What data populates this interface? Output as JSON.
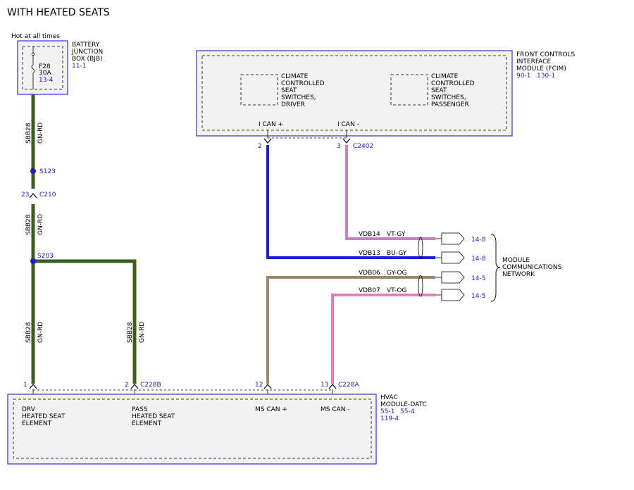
{
  "title": "WITH HEATED SEATS",
  "power_label": "Hot at all times",
  "bjb": {
    "name_lines": [
      "BATTERY",
      "JUNCTION",
      "BOX (BJB)"
    ],
    "ref": "11-1",
    "fuse_id": "F28",
    "fuse_rating": "30A",
    "fuse_ref": "13-4"
  },
  "fcim": {
    "name_lines": [
      "FRONT CONTROLS",
      "INTERFACE",
      "MODULE (FCIM)"
    ],
    "refs": [
      "90-1",
      "130-1"
    ],
    "driver_switch_lines": [
      "CLIMATE",
      "CONTROLLED",
      "SEAT",
      "SWITCHES,",
      "DRIVER"
    ],
    "passenger_switch_lines": [
      "CLIMATE",
      "CONTROLLED",
      "SEAT",
      "SWITCHES,",
      "PASSENGER"
    ],
    "pin_can_plus_label": "I CAN +",
    "pin_can_minus_label": "I CAN -",
    "pin_can_plus_num": "2",
    "pin_can_minus_num": "3",
    "connector": "C2402"
  },
  "splices": {
    "s123": "S123",
    "s203": "S203"
  },
  "c210": {
    "pin": "23",
    "name": "C210"
  },
  "wires": {
    "sbb28_circuit": "SBB28",
    "sbb28_color": "GN-RD",
    "vdb14": {
      "circuit": "VDB14",
      "color": "VT-GY",
      "ref": "14-8",
      "hex": "#c77fc7"
    },
    "vdb13": {
      "circuit": "VDB13",
      "color": "BU-GY",
      "ref": "14-8",
      "hex": "#2020c8"
    },
    "vdb06": {
      "circuit": "VDB06",
      "color": "GY-OG",
      "ref": "14-5",
      "hex": "#9b8a6a"
    },
    "vdb07": {
      "circuit": "VDB07",
      "color": "VT-OG",
      "ref": "14-5",
      "hex": "#e87ab8"
    },
    "power_hex": "#3a5e1e"
  },
  "network": {
    "name_lines": [
      "MODULE",
      "COMMUNICATIONS",
      "NETWORK"
    ]
  },
  "hvac": {
    "name_lines": [
      "HVAC",
      "MODULE-DATC"
    ],
    "refs_line1": [
      "55-1",
      "55-4"
    ],
    "ref_line2": "119-4",
    "pin1": "1",
    "pin2": "2",
    "pin12": "12",
    "pin13": "13",
    "connector_b": "C228B",
    "connector_a": "C228A",
    "drv_lines": [
      "DRV",
      "HEATED SEAT",
      "ELEMENT"
    ],
    "pass_lines": [
      "PASS",
      "HEATED SEAT",
      "ELEMENT"
    ],
    "ms_can_plus": "MS CAN +",
    "ms_can_minus": "MS CAN -"
  },
  "colors": {
    "module_border": "#3333cc",
    "module_fill": "#f2f2f2",
    "ref_text": "#1a1ad6"
  }
}
